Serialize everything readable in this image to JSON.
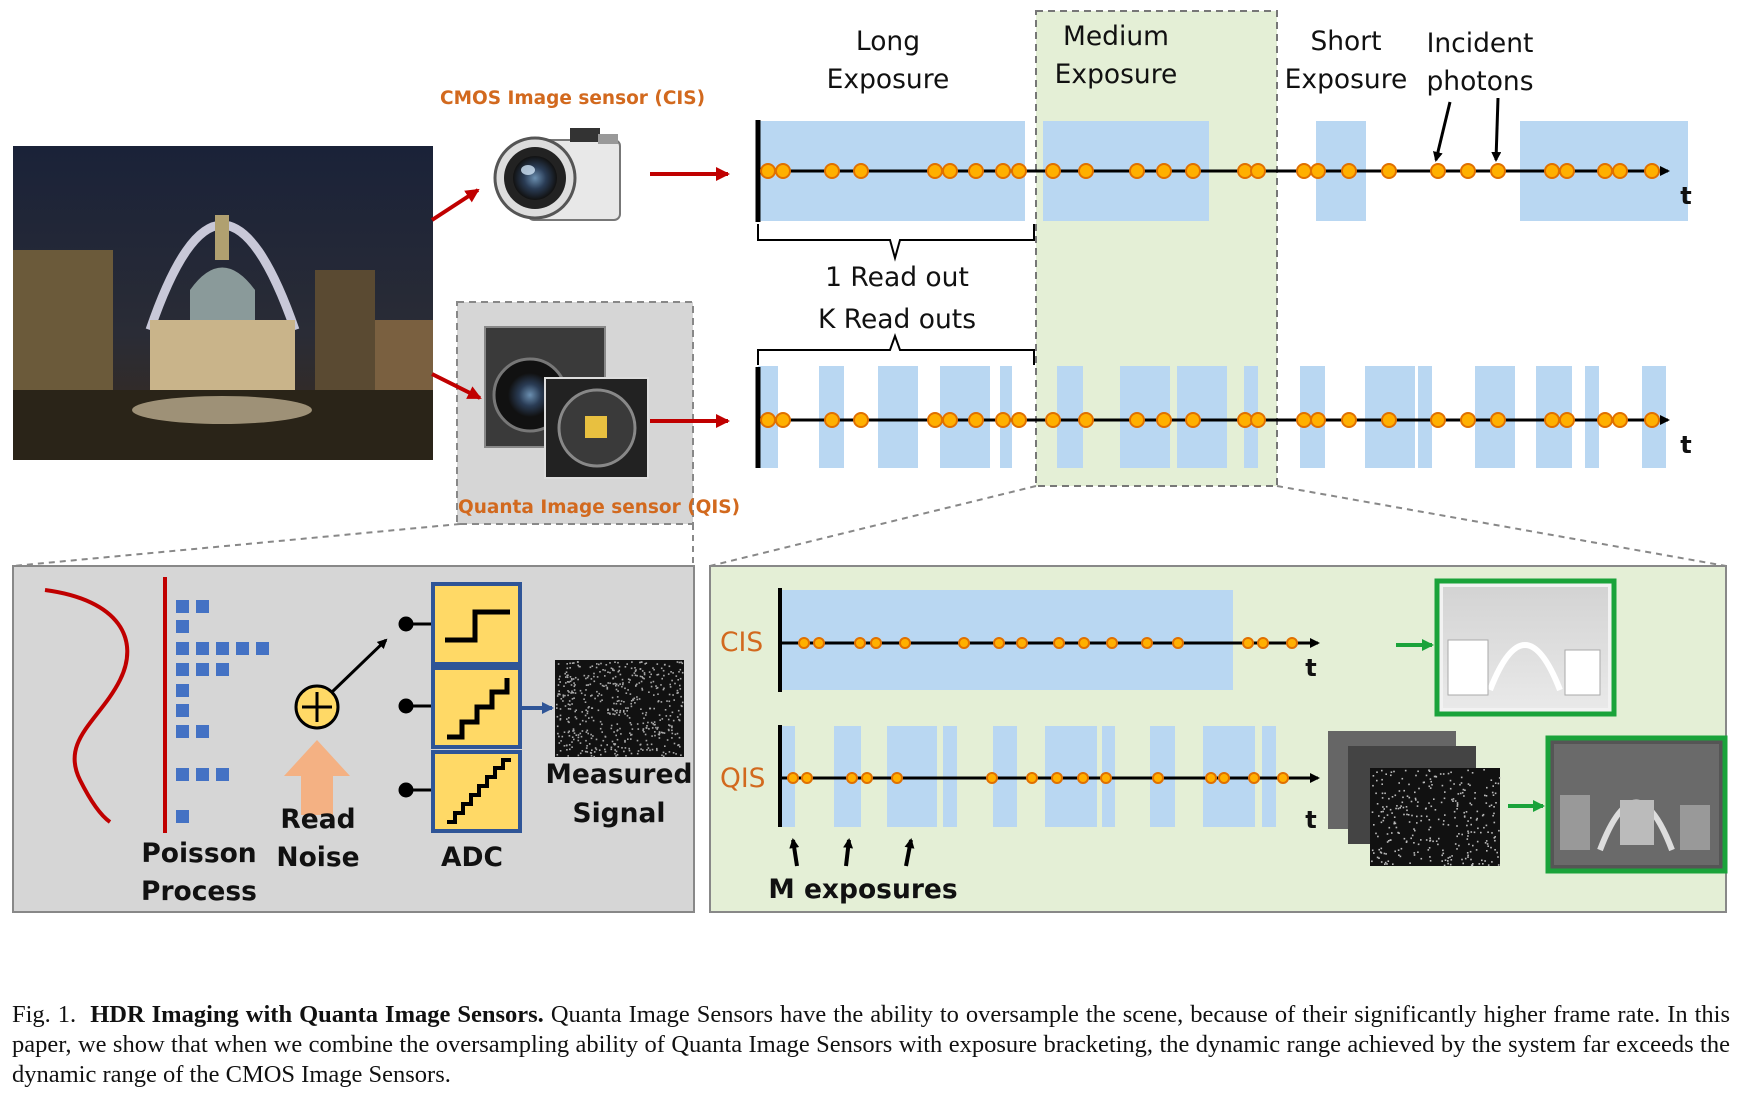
{
  "labels": {
    "cis_sensor": "CMOS Image sensor (CIS)",
    "qis_sensor": "Quanta Image sensor (QIS)",
    "long_exposure_1": "Long",
    "long_exposure_2": "Exposure",
    "medium_exposure_1": "Medium",
    "medium_exposure_2": "Exposure",
    "short_exposure_1": "Short",
    "short_exposure_2": "Exposure",
    "incident_photons_1": "Incident",
    "incident_photons_2": "photons",
    "t": "t",
    "one_readout": "1 Read out",
    "k_readouts": "K Read outs",
    "poisson_1": "Poisson",
    "poisson_2": "Process",
    "read_noise_1": "Read",
    "read_noise_2": "Noise",
    "adc": "ADC",
    "measured_1": "Measured",
    "measured_2": "Signal",
    "cis": "CIS",
    "qis": "QIS",
    "m_exposures": "M exposures"
  },
  "caption": {
    "fig": "Fig. 1.",
    "title": "HDR Imaging with Quanta Image Sensors.",
    "body": "Quanta Image Sensors have the ability to oversample the scene, because of their significantly higher frame rate. In this paper, we show that when we combine the oversampling ability of Quanta Image Sensors with exposure bracketing, the dynamic range achieved by the system far exceeds the dynamic range of the CMOS Image Sensors."
  },
  "colors": {
    "exposure_blue": "#b9d7f2",
    "photon_fill": "#ffb000",
    "photon_stroke": "#e07000",
    "arrow_red": "#c00000",
    "panel_gray": "#d6d6d6",
    "panel_green": "#e4efd6",
    "adc_fill": "#ffd966",
    "adc_stroke": "#2f5597",
    "green_frame": "#1aa33a",
    "orange_label": "#d2691e"
  }
}
